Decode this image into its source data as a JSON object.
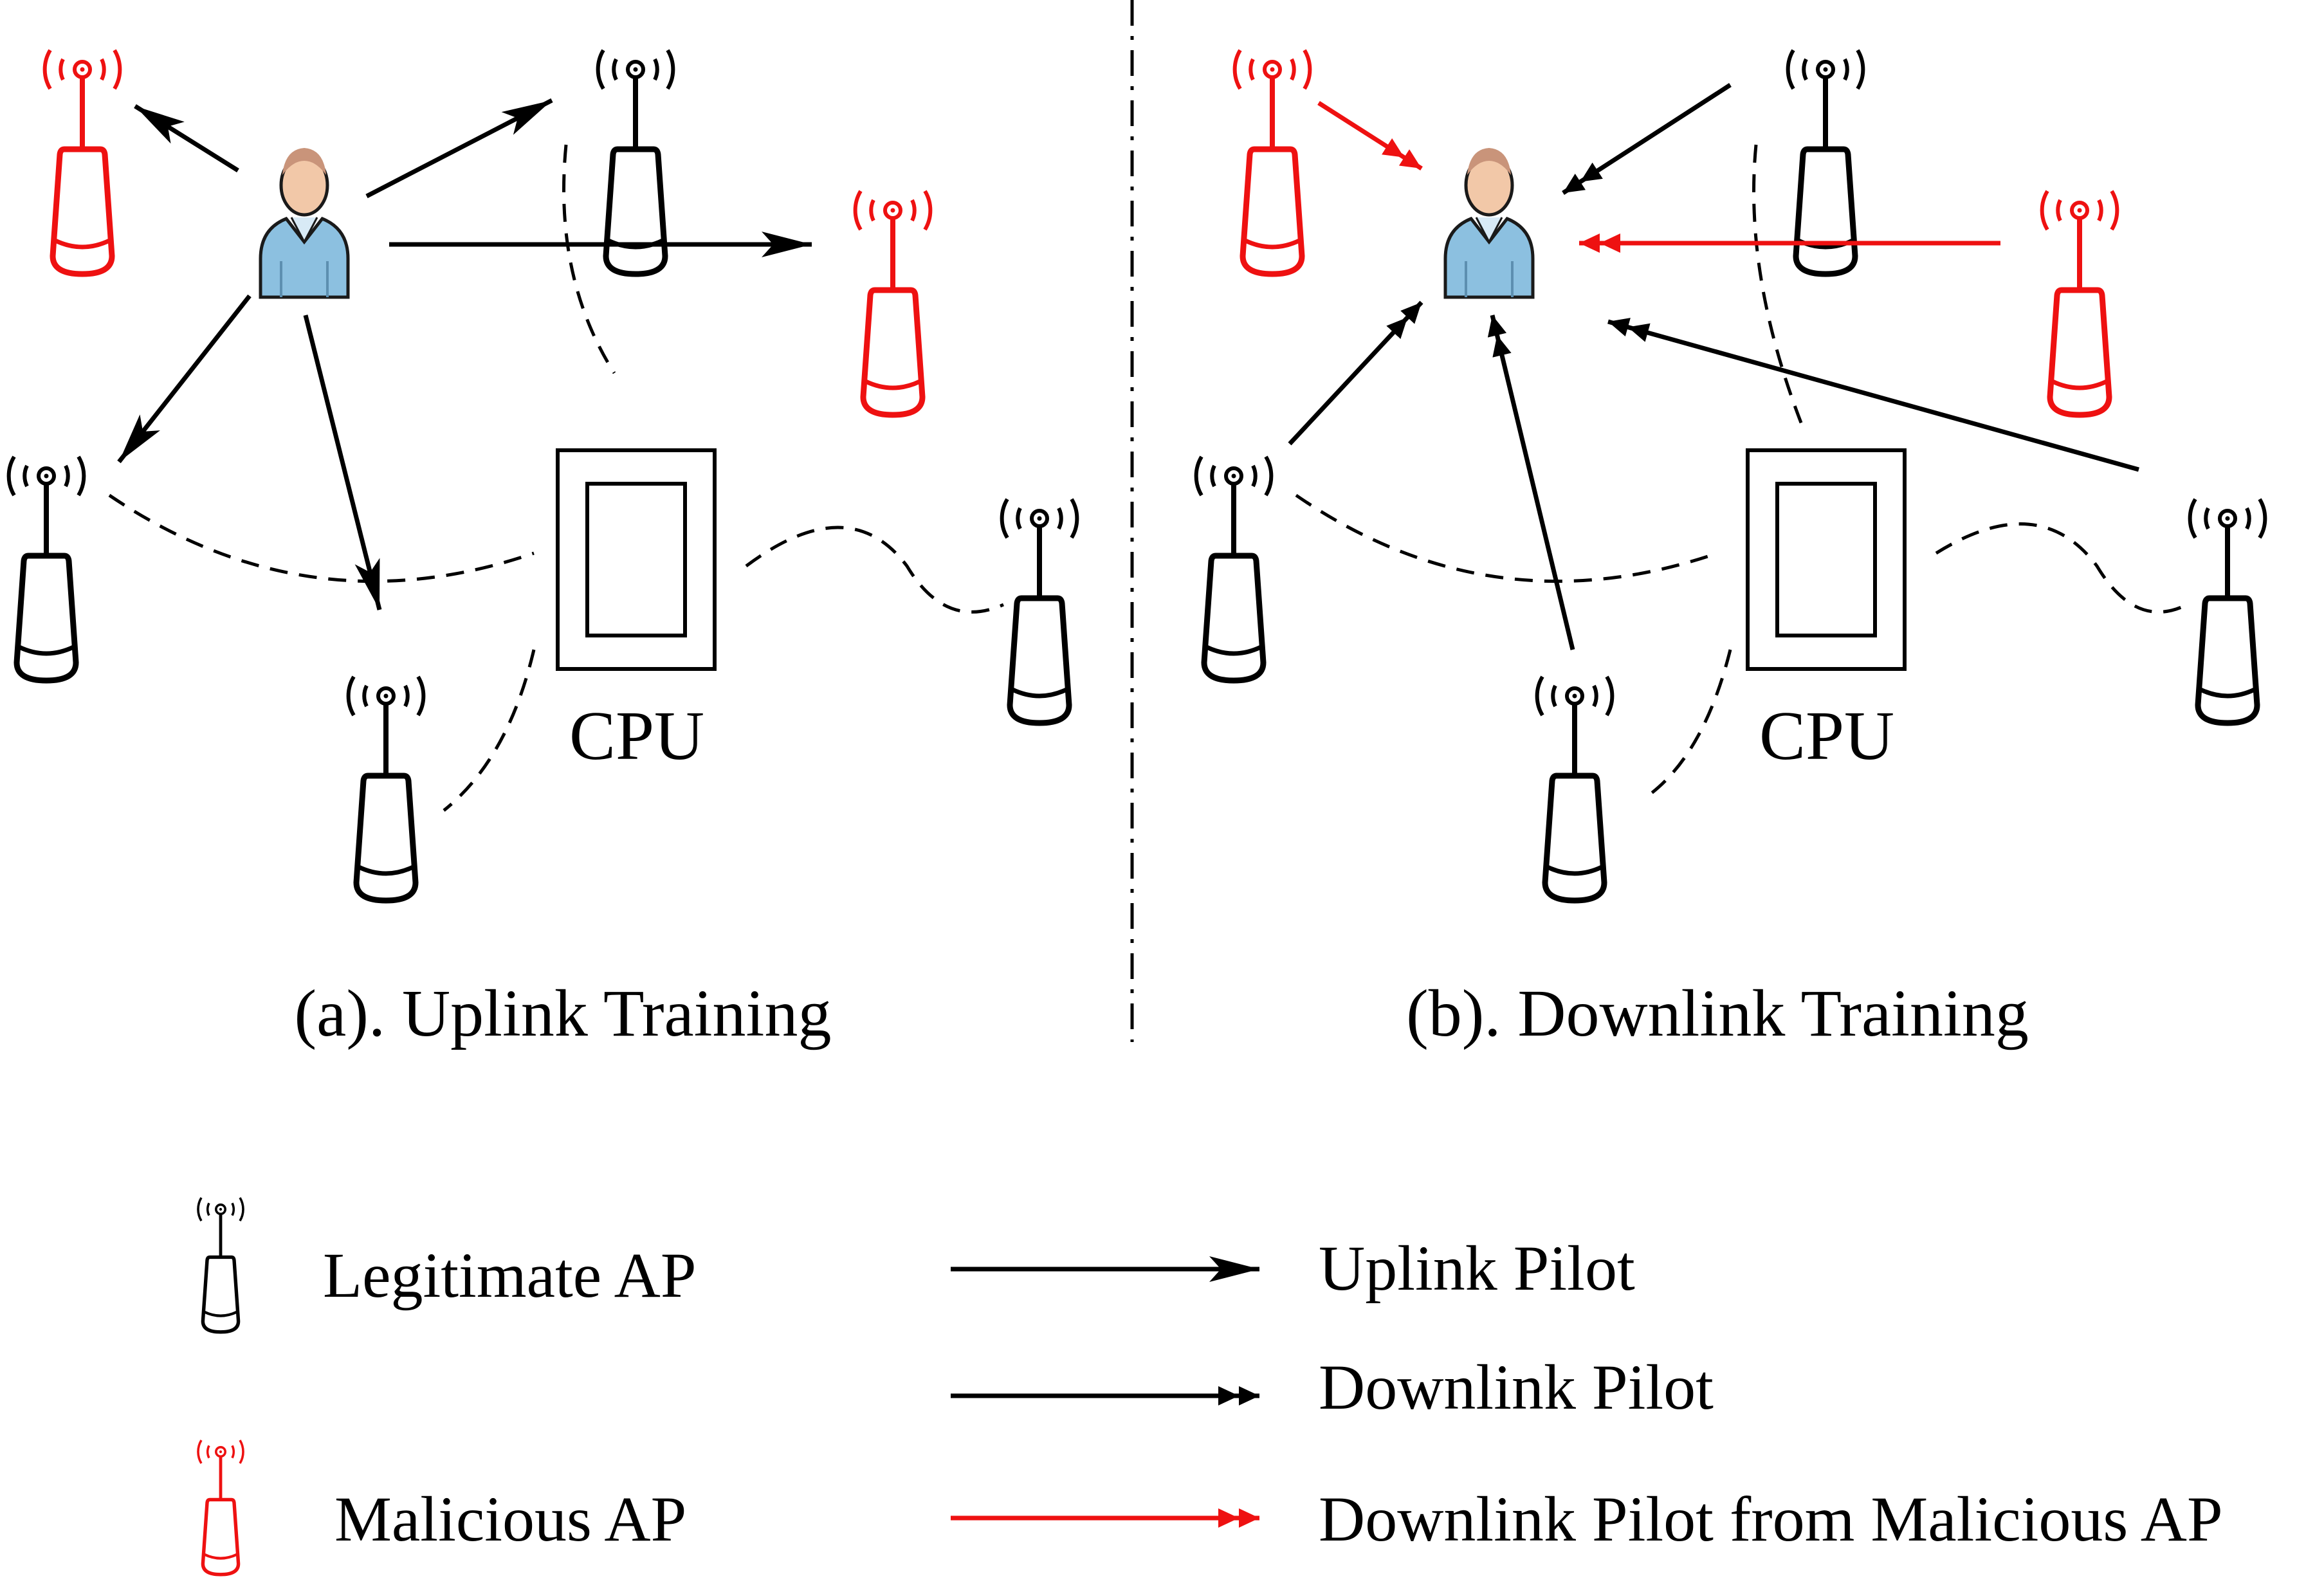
{
  "colors": {
    "legitimate": "#000000",
    "malicious": "#ee1111",
    "user_body": "#8cc0e0",
    "user_skin": "#f2c8a8"
  },
  "panels": {
    "uplink": {
      "title": "(a). Uplink Training",
      "cpu_label": "CPU"
    },
    "downlink": {
      "title": "(b). Downlink Training",
      "cpu_label": "CPU"
    }
  },
  "legend": {
    "legitimate_ap": "Legitimate AP",
    "malicious_ap": "Malicious AP",
    "uplink_pilot": "Uplink Pilot",
    "downlink_pilot": "Downlink Pilot",
    "downlink_pilot_malicious": "Downlink Pilot from Malicious AP"
  },
  "icons": [
    "access-point-icon",
    "user-icon",
    "cpu-icon",
    "single-arrow",
    "double-arrow"
  ]
}
